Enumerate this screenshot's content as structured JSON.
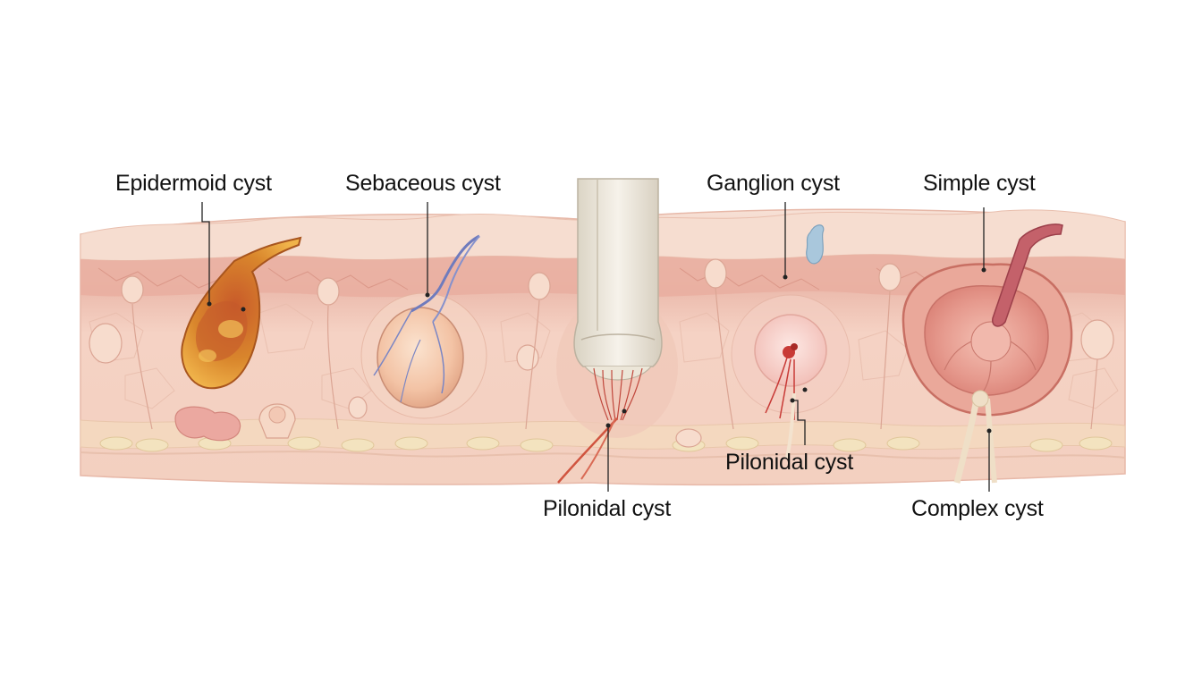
{
  "labels": {
    "epidermoid": "Epidermoid cyst",
    "sebaceous": "Sebaceous cyst",
    "ganglion": "Ganglion cyst",
    "simple": "Simple cyst",
    "pilonidal_a": "Pilonidal cyst",
    "pilonidal_b": "Pilonidal cyst",
    "complex": "Complex cyst"
  },
  "colors": {
    "skin_top": "#f4d6c8",
    "dermis": "#f3cbbd",
    "dermis_dark": "#e5a89a",
    "fat": "#f3e3bf",
    "epidermoid_cyst": "#d9862c",
    "sebaceous_cyst": "#f2c2a2",
    "vessel_blue": "#7b86c4",
    "ganglion_blue": "#a9c7dc",
    "blood_red": "#c83a36",
    "complex_cyst": "#e5958c",
    "simple_duct": "#c4616a",
    "bone": "#ede8dc",
    "leader_line": "#222222"
  }
}
